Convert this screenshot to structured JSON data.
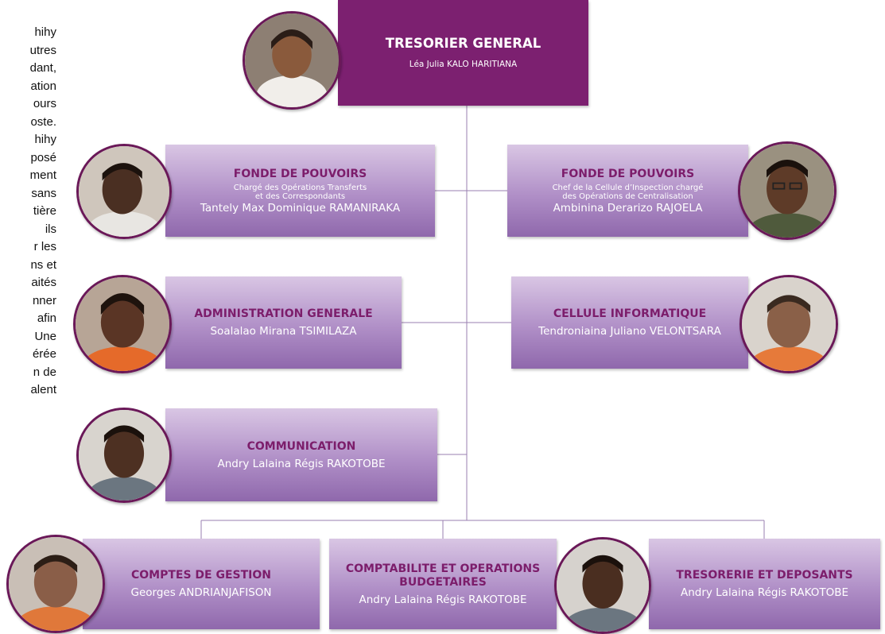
{
  "left_text_lines": [
    "hihy",
    "utres",
    "dant,",
    "ation",
    "ours",
    "oste.",
    "hihy",
    "posé",
    "ment",
    "sans",
    "tière",
    "ils",
    "r les",
    "ns et",
    "aités",
    "nner",
    "afin",
    "Une",
    "érée",
    "n de",
    "alent"
  ],
  "treasurer": {
    "title": "TRESORIER  GENERAL",
    "name": "Léa Julia KALO HARITIANA"
  },
  "fonde_left": {
    "title": "FONDE DE POUVOIRS",
    "sub1": "Chargé des Opérations Transferts",
    "sub2": "et des Correspondants",
    "name": "Tantely Max Dominique RAMANIRAKA"
  },
  "fonde_right": {
    "title": "FONDE DE POUVOIRS",
    "sub1": "Chef de la Cellule d’Inspection chargé",
    "sub2": "des Opérations de Centralisation",
    "name": "Ambinina Derarizo RAJOELA"
  },
  "admin": {
    "title": "ADMINISTRATION GENERALE",
    "name": "Soalalao Mirana TSIMILAZA"
  },
  "informatique": {
    "title": "CELLULE INFORMATIQUE",
    "name": "Tendroniaina Juliano VELONTSARA"
  },
  "communication": {
    "title": "COMMUNICATION",
    "name": "Andry Lalaina Régis RAKOTOBE"
  },
  "comptes": {
    "title": "COMPTES DE GESTION",
    "name": "Georges ANDRIANJAFISON"
  },
  "comptabilite": {
    "title1": "COMPTABILITE ET OPERATIONS",
    "title2": "BUDGETAIRES",
    "name": "Andry Lalaina Régis RAKOTOBE"
  },
  "tresorerie": {
    "title": "TRESORERIE ET DEPOSANTS",
    "name": "Andry Lalaina Régis RAKOTOBE"
  },
  "colors": {
    "treasurer_box": "#7c2070",
    "title_text": "#7c1d6b",
    "box_gradient_top": "#d9c6e4",
    "box_gradient_bottom": "#8f68ac",
    "connector": "#9a7fb0",
    "avatar_border": "#6a1858"
  }
}
